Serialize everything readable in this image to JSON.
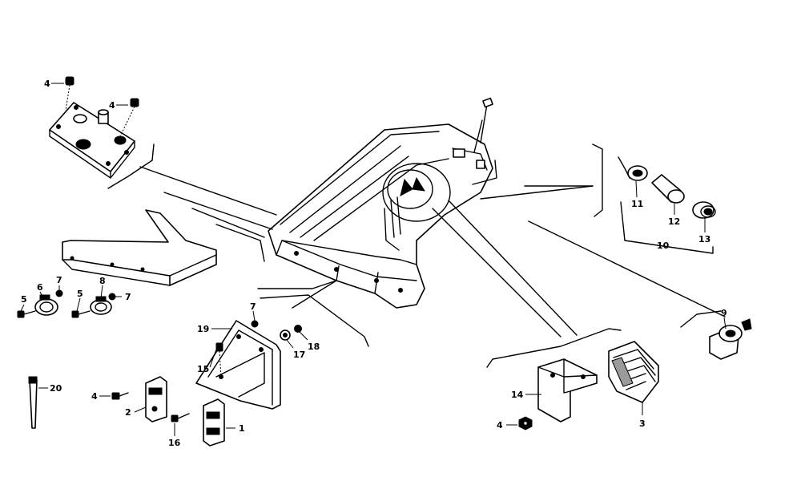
{
  "callouts": {
    "c4a": "4",
    "c4b": "4",
    "c5a": "5",
    "c6": "6",
    "c7a": "7",
    "c5b": "5",
    "c8": "8",
    "c7b": "7",
    "c7c": "7",
    "c19": "19",
    "c15": "15",
    "c17": "17",
    "c18": "18",
    "c20": "20",
    "c4c": "4",
    "c2": "2",
    "c16": "16",
    "c1": "1",
    "c11": "11",
    "c12": "12",
    "c13": "13",
    "c10": "10",
    "c9": "9",
    "c14": "14",
    "c4d": "4",
    "c3": "3"
  }
}
